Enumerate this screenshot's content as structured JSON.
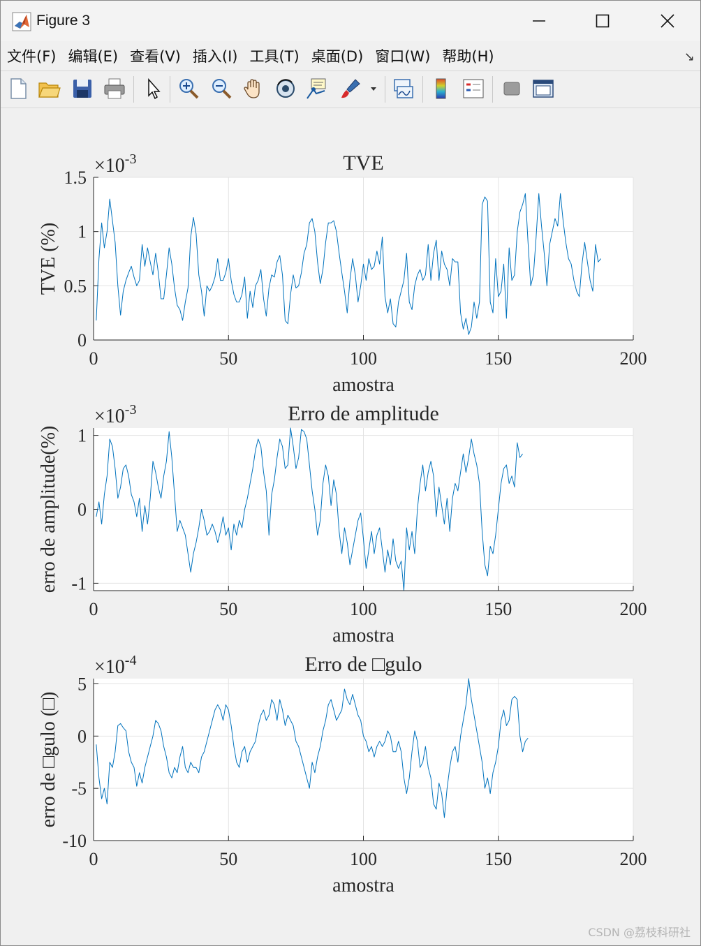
{
  "window": {
    "title": "Figure 3",
    "icon": "matlab-icon"
  },
  "menu": [
    "文件(F)",
    "编辑(E)",
    "查看(V)",
    "插入(I)",
    "工具(T)",
    "桌面(D)",
    "窗口(W)",
    "帮助(H)"
  ],
  "toolbar": [
    "new-figure-icon",
    "open-file-icon",
    "save-icon",
    "print-icon",
    "edit-plot-arrow-icon",
    "zoom-in-icon",
    "zoom-out-icon",
    "pan-hand-icon",
    "rotate-3d-icon",
    "data-cursor-icon",
    "brush-icon",
    "brush-dropdown-icon",
    "link-plot-icon",
    "colorbar-icon",
    "legend-icon",
    "hide-plot-tools-icon",
    "show-plot-tools-icon"
  ],
  "watermark": "CSDN @荔枝科研社",
  "colors": {
    "line": "#0072bd",
    "grid": "#e3e3e3",
    "axes": "#262626"
  },
  "chart_data": [
    {
      "type": "line",
      "title": "TVE",
      "xlabel": "amostra",
      "ylabel": "TVE (%)",
      "exponent": "×10^-3",
      "xlim": [
        0,
        200
      ],
      "ylim": [
        0,
        1.5
      ],
      "xticks": [
        0,
        50,
        100,
        150,
        200
      ],
      "xtick_labels": [
        "0",
        "50",
        "100",
        "150",
        "200"
      ],
      "yticks": [
        0,
        0.5,
        1,
        1.5
      ],
      "ytick_labels": [
        "0",
        "0.5",
        "1",
        "1.5"
      ],
      "grid": true,
      "x_start": 1,
      "values": [
        0.18,
        0.75,
        1.08,
        0.85,
        1.0,
        1.3,
        1.1,
        0.9,
        0.5,
        0.23,
        0.45,
        0.55,
        0.62,
        0.68,
        0.58,
        0.5,
        0.55,
        0.88,
        0.68,
        0.85,
        0.72,
        0.6,
        0.8,
        0.62,
        0.38,
        0.38,
        0.6,
        0.85,
        0.7,
        0.48,
        0.32,
        0.28,
        0.18,
        0.35,
        0.48,
        0.95,
        1.13,
        0.98,
        0.6,
        0.45,
        0.22,
        0.5,
        0.45,
        0.5,
        0.58,
        0.75,
        0.55,
        0.55,
        0.62,
        0.75,
        0.55,
        0.42,
        0.35,
        0.35,
        0.42,
        0.58,
        0.2,
        0.45,
        0.3,
        0.5,
        0.55,
        0.65,
        0.38,
        0.22,
        0.48,
        0.6,
        0.58,
        0.72,
        0.78,
        0.6,
        0.18,
        0.15,
        0.42,
        0.6,
        0.48,
        0.5,
        0.62,
        0.8,
        0.88,
        1.08,
        1.12,
        1.0,
        0.72,
        0.52,
        0.65,
        0.9,
        1.08,
        1.08,
        1.1,
        1.0,
        0.8,
        0.62,
        0.45,
        0.25,
        0.55,
        0.75,
        0.6,
        0.35,
        0.5,
        0.7,
        0.55,
        0.75,
        0.65,
        0.68,
        0.82,
        0.7,
        0.95,
        0.4,
        0.25,
        0.38,
        0.15,
        0.12,
        0.35,
        0.45,
        0.55,
        0.8,
        0.35,
        0.28,
        0.5,
        0.6,
        0.65,
        0.55,
        0.6,
        0.88,
        0.55,
        0.8,
        0.92,
        0.55,
        0.82,
        0.7,
        0.65,
        0.5,
        0.75,
        0.72,
        0.72,
        0.25,
        0.1,
        0.2,
        0.05,
        0.12,
        0.35,
        0.2,
        0.35,
        1.25,
        1.32,
        1.28,
        0.35,
        0.25,
        0.75,
        0.4,
        0.45,
        0.7,
        0.2,
        0.85,
        0.55,
        0.6,
        1.0,
        1.18,
        1.25,
        1.35,
        0.9,
        0.5,
        0.6,
        0.95,
        1.35,
        1.05,
        0.8,
        0.5,
        0.88,
        1.0,
        1.12,
        1.05,
        1.35,
        1.1,
        0.9,
        0.75,
        0.7,
        0.55,
        0.45,
        0.4,
        0.7,
        0.9,
        0.72,
        0.55,
        0.45,
        0.88,
        0.72,
        0.75
      ]
    },
    {
      "type": "line",
      "title": "Erro de amplitude",
      "xlabel": "amostra",
      "ylabel": "erro de amplitude(%)",
      "exponent": "×10^-3",
      "xlim": [
        0,
        200
      ],
      "ylim": [
        -1.1,
        1.1
      ],
      "xticks": [
        0,
        50,
        100,
        150,
        200
      ],
      "xtick_labels": [
        "0",
        "50",
        "100",
        "150",
        "200"
      ],
      "yticks": [
        -1,
        0,
        1
      ],
      "ytick_labels": [
        "-1",
        "0",
        "1"
      ],
      "grid": true,
      "x_start": 1,
      "values": [
        -0.1,
        0.1,
        -0.2,
        0.2,
        0.45,
        0.95,
        0.85,
        0.55,
        0.15,
        0.3,
        0.55,
        0.6,
        0.45,
        0.2,
        0.1,
        -0.1,
        0.15,
        -0.3,
        0.05,
        -0.2,
        0.15,
        0.65,
        0.5,
        0.3,
        0.15,
        0.45,
        0.65,
        1.05,
        0.7,
        0.2,
        -0.3,
        -0.15,
        -0.25,
        -0.35,
        -0.6,
        -0.85,
        -0.6,
        -0.45,
        -0.25,
        0.0,
        -0.15,
        -0.35,
        -0.3,
        -0.2,
        -0.3,
        -0.45,
        -0.3,
        -0.1,
        -0.35,
        -0.25,
        -0.55,
        -0.2,
        -0.35,
        -0.15,
        -0.25,
        0.0,
        0.15,
        0.35,
        0.55,
        0.8,
        0.95,
        0.85,
        0.5,
        0.25,
        -0.35,
        0.2,
        0.4,
        0.7,
        0.95,
        0.85,
        0.55,
        0.6,
        1.1,
        0.85,
        0.55,
        0.7,
        1.08,
        1.05,
        0.95,
        0.6,
        0.25,
        0.0,
        -0.35,
        -0.15,
        0.35,
        0.6,
        0.45,
        0.05,
        0.4,
        0.2,
        -0.3,
        -0.6,
        -0.25,
        -0.45,
        -0.75,
        -0.55,
        -0.35,
        -0.15,
        -0.05,
        -0.4,
        -0.8,
        -0.55,
        -0.3,
        -0.6,
        -0.35,
        -0.25,
        -0.55,
        -0.85,
        -0.55,
        -0.75,
        -0.4,
        -0.7,
        -0.8,
        -0.7,
        -1.1,
        -0.25,
        -0.55,
        -0.3,
        -0.6,
        0.0,
        0.35,
        0.6,
        0.25,
        0.5,
        0.65,
        0.45,
        -0.1,
        0.3,
        0.05,
        -0.2,
        0.15,
        -0.3,
        0.15,
        0.35,
        0.25,
        0.5,
        0.75,
        0.5,
        0.7,
        0.95,
        0.75,
        0.6,
        0.35,
        -0.3,
        -0.75,
        -0.9,
        -0.5,
        -0.6,
        -0.35,
        0.0,
        0.35,
        0.55,
        0.6,
        0.35,
        0.45,
        0.3,
        0.9,
        0.7,
        0.75
      ]
    },
    {
      "type": "line",
      "title": "Erro de □gulo",
      "xlabel": "amostra",
      "ylabel": "erro de □gulo (□)",
      "exponent": "×10^-4",
      "xlim": [
        0,
        200
      ],
      "ylim": [
        -10,
        5.5
      ],
      "xticks": [
        0,
        50,
        100,
        150,
        200
      ],
      "xtick_labels": [
        "0",
        "50",
        "100",
        "150",
        "200"
      ],
      "yticks": [
        -10,
        -5,
        0,
        5
      ],
      "ytick_labels": [
        "-10",
        "-5",
        "0",
        "5"
      ],
      "grid": true,
      "x_start": 1,
      "values": [
        -0.8,
        -4.0,
        -6.0,
        -5.0,
        -6.5,
        -2.5,
        -3.0,
        -1.5,
        1.0,
        1.2,
        0.8,
        0.5,
        -1.5,
        -2.5,
        -3.0,
        -4.8,
        -3.5,
        -4.5,
        -3.0,
        -2.0,
        -1.0,
        0.0,
        1.5,
        1.2,
        0.5,
        -1.0,
        -2.0,
        -3.5,
        -4.0,
        -3.0,
        -3.5,
        -2.0,
        -1.0,
        -3.0,
        -3.5,
        -2.5,
        -3.0,
        -3.0,
        -3.5,
        -2.0,
        -1.5,
        -0.5,
        0.5,
        1.5,
        2.5,
        3.0,
        2.5,
        1.5,
        3.0,
        2.5,
        1.0,
        -1.0,
        -2.5,
        -3.0,
        -1.5,
        -1.0,
        -2.5,
        -1.5,
        -1.0,
        -0.5,
        1.0,
        2.0,
        2.5,
        1.5,
        2.0,
        3.5,
        3.0,
        1.5,
        3.5,
        2.5,
        1.0,
        2.0,
        1.5,
        1.0,
        -0.5,
        -1.0,
        -2.0,
        -3.0,
        -4.0,
        -5.0,
        -2.5,
        -3.5,
        -2.0,
        -1.0,
        0.5,
        1.5,
        3.0,
        3.5,
        2.5,
        1.5,
        2.0,
        2.5,
        4.5,
        3.5,
        3.0,
        4.0,
        3.0,
        2.0,
        1.5,
        0.0,
        -0.5,
        -1.5,
        -1.0,
        -2.0,
        -1.0,
        -0.5,
        -1.0,
        -0.5,
        0.5,
        0.0,
        -1.5,
        -1.5,
        -0.5,
        -1.5,
        -4.0,
        -5.5,
        -4.0,
        -1.5,
        0.5,
        -0.5,
        -3.0,
        -2.5,
        -1.0,
        -3.0,
        -4.0,
        -6.5,
        -7.0,
        -4.5,
        -5.5,
        -7.8,
        -5.0,
        -3.0,
        -1.5,
        -1.0,
        -2.5,
        0.0,
        1.5,
        3.0,
        5.5,
        3.5,
        2.0,
        0.5,
        -1.0,
        -2.5,
        -5.0,
        -4.0,
        -5.5,
        -3.5,
        -2.5,
        -1.0,
        1.5,
        2.5,
        1.0,
        1.5,
        3.5,
        3.8,
        3.5,
        0.0,
        -1.5,
        -0.5,
        -0.2
      ]
    }
  ]
}
